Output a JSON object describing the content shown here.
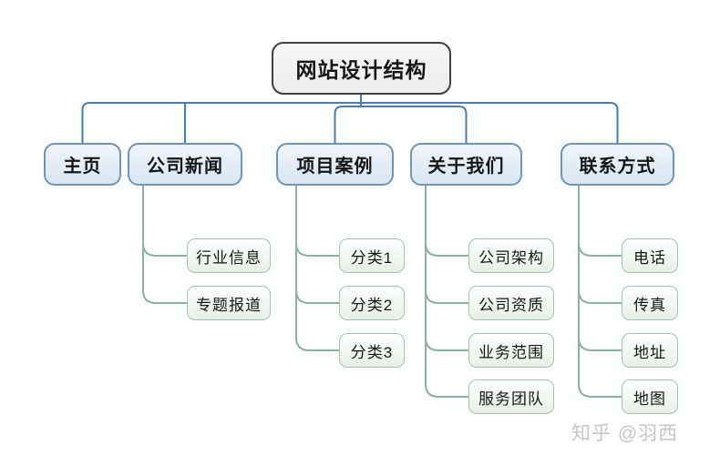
{
  "palette": {
    "background": "#fcfdfd",
    "root_border": "#3f3f3f",
    "root_fill": "#efefef",
    "level1_border": "#6f94b6",
    "level1_fill": "#dde9f4",
    "level2_border": "#a9c0b0",
    "level2_fill": "#edf4ed",
    "top_connector": "#4e7ca6",
    "sub_connector": "#8fb0a0",
    "watermark_color": "#c7c7c7",
    "text_color": "#161616"
  },
  "watermark": "知乎 @羽西",
  "tree": {
    "root": {
      "label": "网站设计结构"
    },
    "branches": [
      {
        "label": "主页",
        "children": []
      },
      {
        "label": "公司新闻",
        "children": [
          {
            "label": "行业信息"
          },
          {
            "label": "专题报道"
          }
        ]
      },
      {
        "label": "项目案例",
        "children": [
          {
            "label": "分类1"
          },
          {
            "label": "分类2"
          },
          {
            "label": "分类3"
          }
        ]
      },
      {
        "label": "关于我们",
        "children": [
          {
            "label": "公司架构"
          },
          {
            "label": "公司资质"
          },
          {
            "label": "业务范围"
          },
          {
            "label": "服务团队"
          }
        ]
      },
      {
        "label": "联系方式",
        "children": [
          {
            "label": "电话"
          },
          {
            "label": "传真"
          },
          {
            "label": "地址"
          },
          {
            "label": "地图"
          }
        ]
      }
    ]
  }
}
